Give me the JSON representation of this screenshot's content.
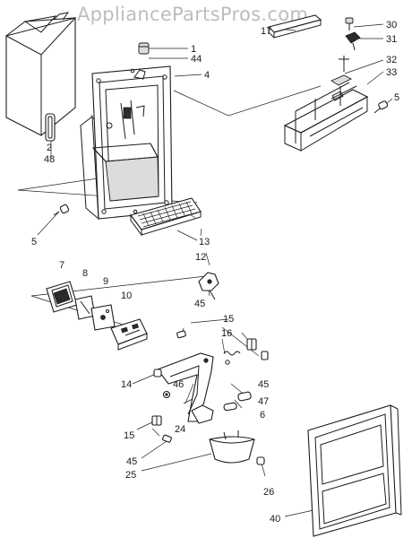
{
  "watermark": "AppliancePartsPros.com",
  "callouts": [
    {
      "id": "c30",
      "text": "30"
    },
    {
      "id": "c17",
      "text": "17"
    },
    {
      "id": "c31",
      "text": "31"
    },
    {
      "id": "c1",
      "text": "1"
    },
    {
      "id": "c44",
      "text": "44"
    },
    {
      "id": "c4",
      "text": "4"
    },
    {
      "id": "c32",
      "text": "32"
    },
    {
      "id": "c33",
      "text": "33"
    },
    {
      "id": "c5a",
      "text": "5"
    },
    {
      "id": "c2",
      "text": "2"
    },
    {
      "id": "c48",
      "text": "48"
    },
    {
      "id": "c5b",
      "text": "5"
    },
    {
      "id": "c13",
      "text": "13"
    },
    {
      "id": "c12",
      "text": "12"
    },
    {
      "id": "c7",
      "text": "7"
    },
    {
      "id": "c8",
      "text": "8"
    },
    {
      "id": "c9",
      "text": "9"
    },
    {
      "id": "c10",
      "text": "10"
    },
    {
      "id": "c45a",
      "text": "45"
    },
    {
      "id": "c15a",
      "text": "15"
    },
    {
      "id": "c16",
      "text": "16"
    },
    {
      "id": "c14",
      "text": "14"
    },
    {
      "id": "c46",
      "text": "46"
    },
    {
      "id": "c45b",
      "text": "45"
    },
    {
      "id": "c47",
      "text": "47"
    },
    {
      "id": "c6",
      "text": "6"
    },
    {
      "id": "c15b",
      "text": "15"
    },
    {
      "id": "c24",
      "text": "24"
    },
    {
      "id": "c45c",
      "text": "45"
    },
    {
      "id": "c25",
      "text": "25"
    },
    {
      "id": "c26",
      "text": "26"
    },
    {
      "id": "c40",
      "text": "40"
    }
  ]
}
